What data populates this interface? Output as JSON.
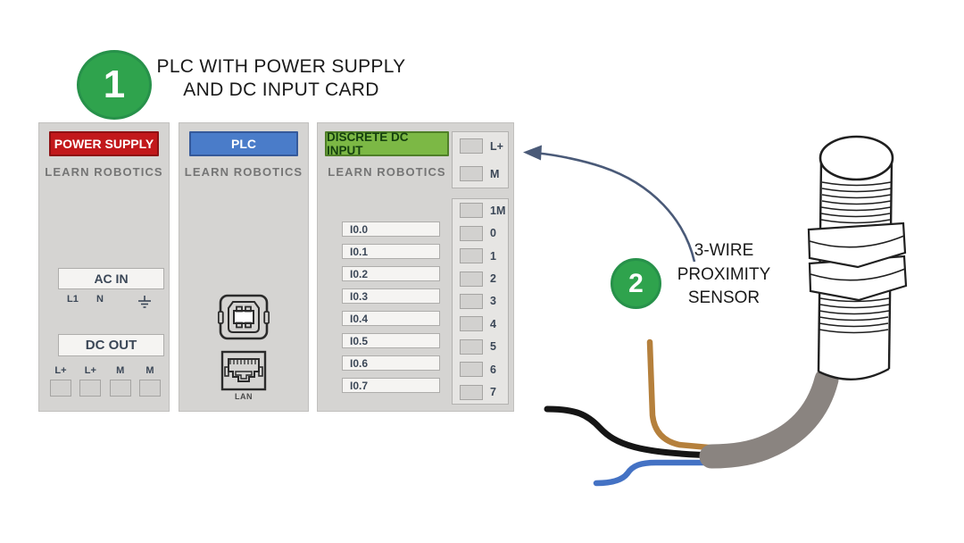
{
  "step1": {
    "number": "1",
    "title_line1": "PLC WITH POWER SUPPLY",
    "title_line2": "AND DC INPUT CARD"
  },
  "step2": {
    "number": "2",
    "label_line1": "3-WIRE",
    "label_line2": "PROXIMITY",
    "label_line3": "SENSOR"
  },
  "power_supply": {
    "header": "POWER SUPPLY",
    "brand": "LEARN ROBOTICS",
    "ac_in_label": "AC IN",
    "ac_terminal_l1": "L1",
    "ac_terminal_n": "N",
    "ground_icon": "earth-ground-symbol",
    "dc_out_label": "DC OUT",
    "dc_out_terminals": [
      "L+",
      "L+",
      "M",
      "M"
    ]
  },
  "plc": {
    "header": "PLC",
    "brand": "LEARN ROBOTICS",
    "usb_icon": "usb-b-port",
    "ethernet_icon": "rj45-port",
    "lan_label": "LAN"
  },
  "dc_input": {
    "header": "DISCRETE DC INPUT",
    "brand": "LEARN ROBOTICS",
    "channel_labels": [
      "I0.0",
      "I0.1",
      "I0.2",
      "I0.3",
      "I0.4",
      "I0.5",
      "I0.6",
      "I0.7"
    ],
    "power_terminals": [
      "L+",
      "M"
    ],
    "input_terminals": [
      "1M",
      "0",
      "1",
      "2",
      "3",
      "4",
      "5",
      "6",
      "7"
    ]
  },
  "sensor": {
    "illustration": "3-wire-proximity-sensor",
    "wires": [
      "black",
      "brown",
      "blue"
    ],
    "cable": "gray"
  },
  "colors": {
    "power_supply_red": "#c2181b",
    "plc_blue": "#4a7cc9",
    "dc_input_green": "#7cb845",
    "step_badge_green": "#2fa34d",
    "panel_gray": "#d5d4d2",
    "label_dark": "#3b4757",
    "brand_gray": "#757575",
    "arrow_slate": "#4a5a78",
    "wire_black": "#151515",
    "wire_brown": "#b5803c",
    "wire_blue": "#4472c4",
    "cable_gray": "#8a8480"
  }
}
